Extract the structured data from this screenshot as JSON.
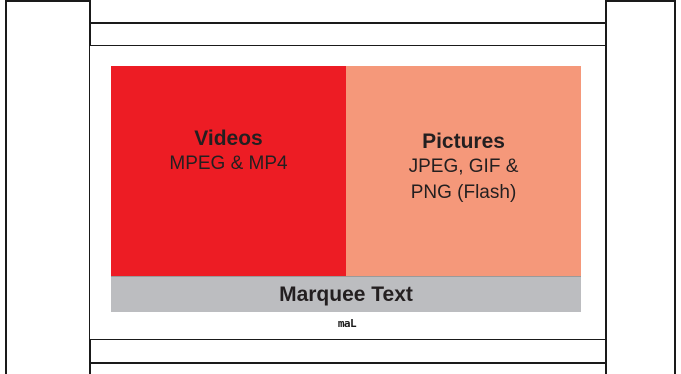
{
  "zones": {
    "videos": {
      "title": "Videos",
      "description": "MPEG & MP4",
      "color": "#ed1c24"
    },
    "pictures": {
      "title": "Pictures",
      "description": "JPEG, GIF & PNG (Flash)",
      "color": "#f5987a"
    },
    "marquee": {
      "label": "Marquee Text",
      "color": "#bcbdc0"
    }
  },
  "logo": {
    "text": "maL"
  }
}
